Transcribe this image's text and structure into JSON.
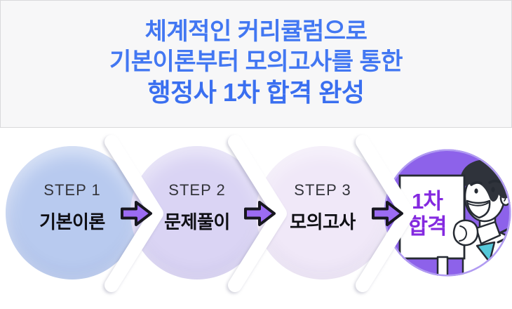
{
  "banner": {
    "line1": "체계적인 커리큘럼으로",
    "line2": "기본이론부터 모의고사를 통한",
    "line3": "행정사 1차 합격 완성",
    "text_color": "#4277F2",
    "headline_color": "#3A6FF0",
    "background": "#F7F7F8",
    "border_color": "#D9D9DB"
  },
  "steps_section": {
    "step_label_color": "#33343A",
    "title_color": "#0F0F14"
  },
  "steps": [
    {
      "step_label": "STEP 1",
      "title": "기본이론",
      "fill": "#B8CAEF"
    },
    {
      "step_label": "STEP 2",
      "title": "문제풀이",
      "fill": "#DAD4F4"
    },
    {
      "step_label": "STEP 3",
      "title": "모의고사",
      "fill": "#F0E8F8"
    }
  ],
  "result": {
    "line1": "1차",
    "line2": "합격",
    "text_color": "#8429E0",
    "circle_fill": "#8D62EA",
    "circle_rim": "#B19BF2",
    "teal_accent": "#55C8DA",
    "illustration": "person-holding-pass-sign"
  },
  "arrow": {
    "fill": "#9C6CF3",
    "outline": "#17171F",
    "separator_color": "#FFFFFF"
  }
}
